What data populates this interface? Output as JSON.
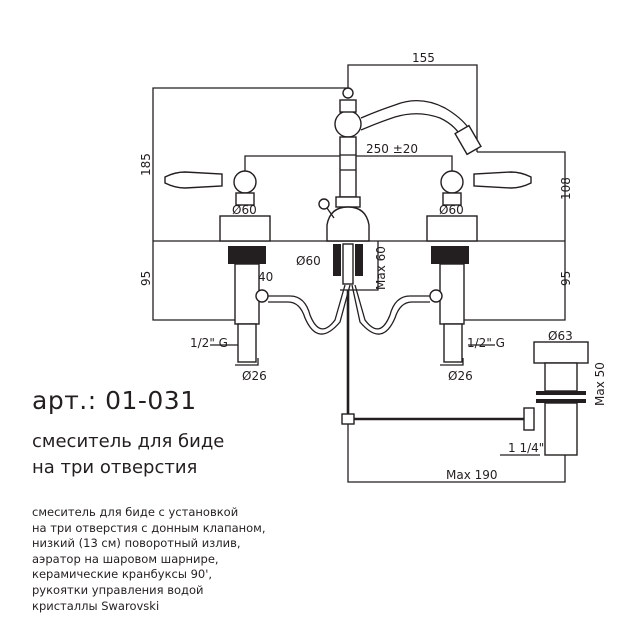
{
  "article": "арт.: 01-031",
  "title_lines": [
    "смеситель для биде",
    "на три отверстия"
  ],
  "description_lines": [
    "смеситель для биде с установкой",
    "на три отверстия с донным клапаном,",
    "низкий (13 см) поворотный излив,",
    "аэратор на шаровом шарнире,",
    "керамические кранбуксы 90',",
    "рукоятки управления водой",
    "кристаллы Swarovski"
  ],
  "dimensions": {
    "spout_reach": "155",
    "total_height": "185",
    "spacing": "250 ±20",
    "spout_height": "108",
    "handle_base_left": "Ø60",
    "handle_base_right": "Ø60",
    "spout_base": "Ø60",
    "max_deck_spout": "Max 60",
    "inlet_offset": "40",
    "below_deck_left": "95",
    "below_deck_right": "95",
    "thread_left": "1/2\" G",
    "thread_right": "1/2\" G",
    "shank_left": "Ø26",
    "shank_right": "Ø26",
    "drain_head": "Ø63",
    "drain_max": "Max 50",
    "drain_thread": "1 1/4\"",
    "drain_reach": "Max 190"
  }
}
